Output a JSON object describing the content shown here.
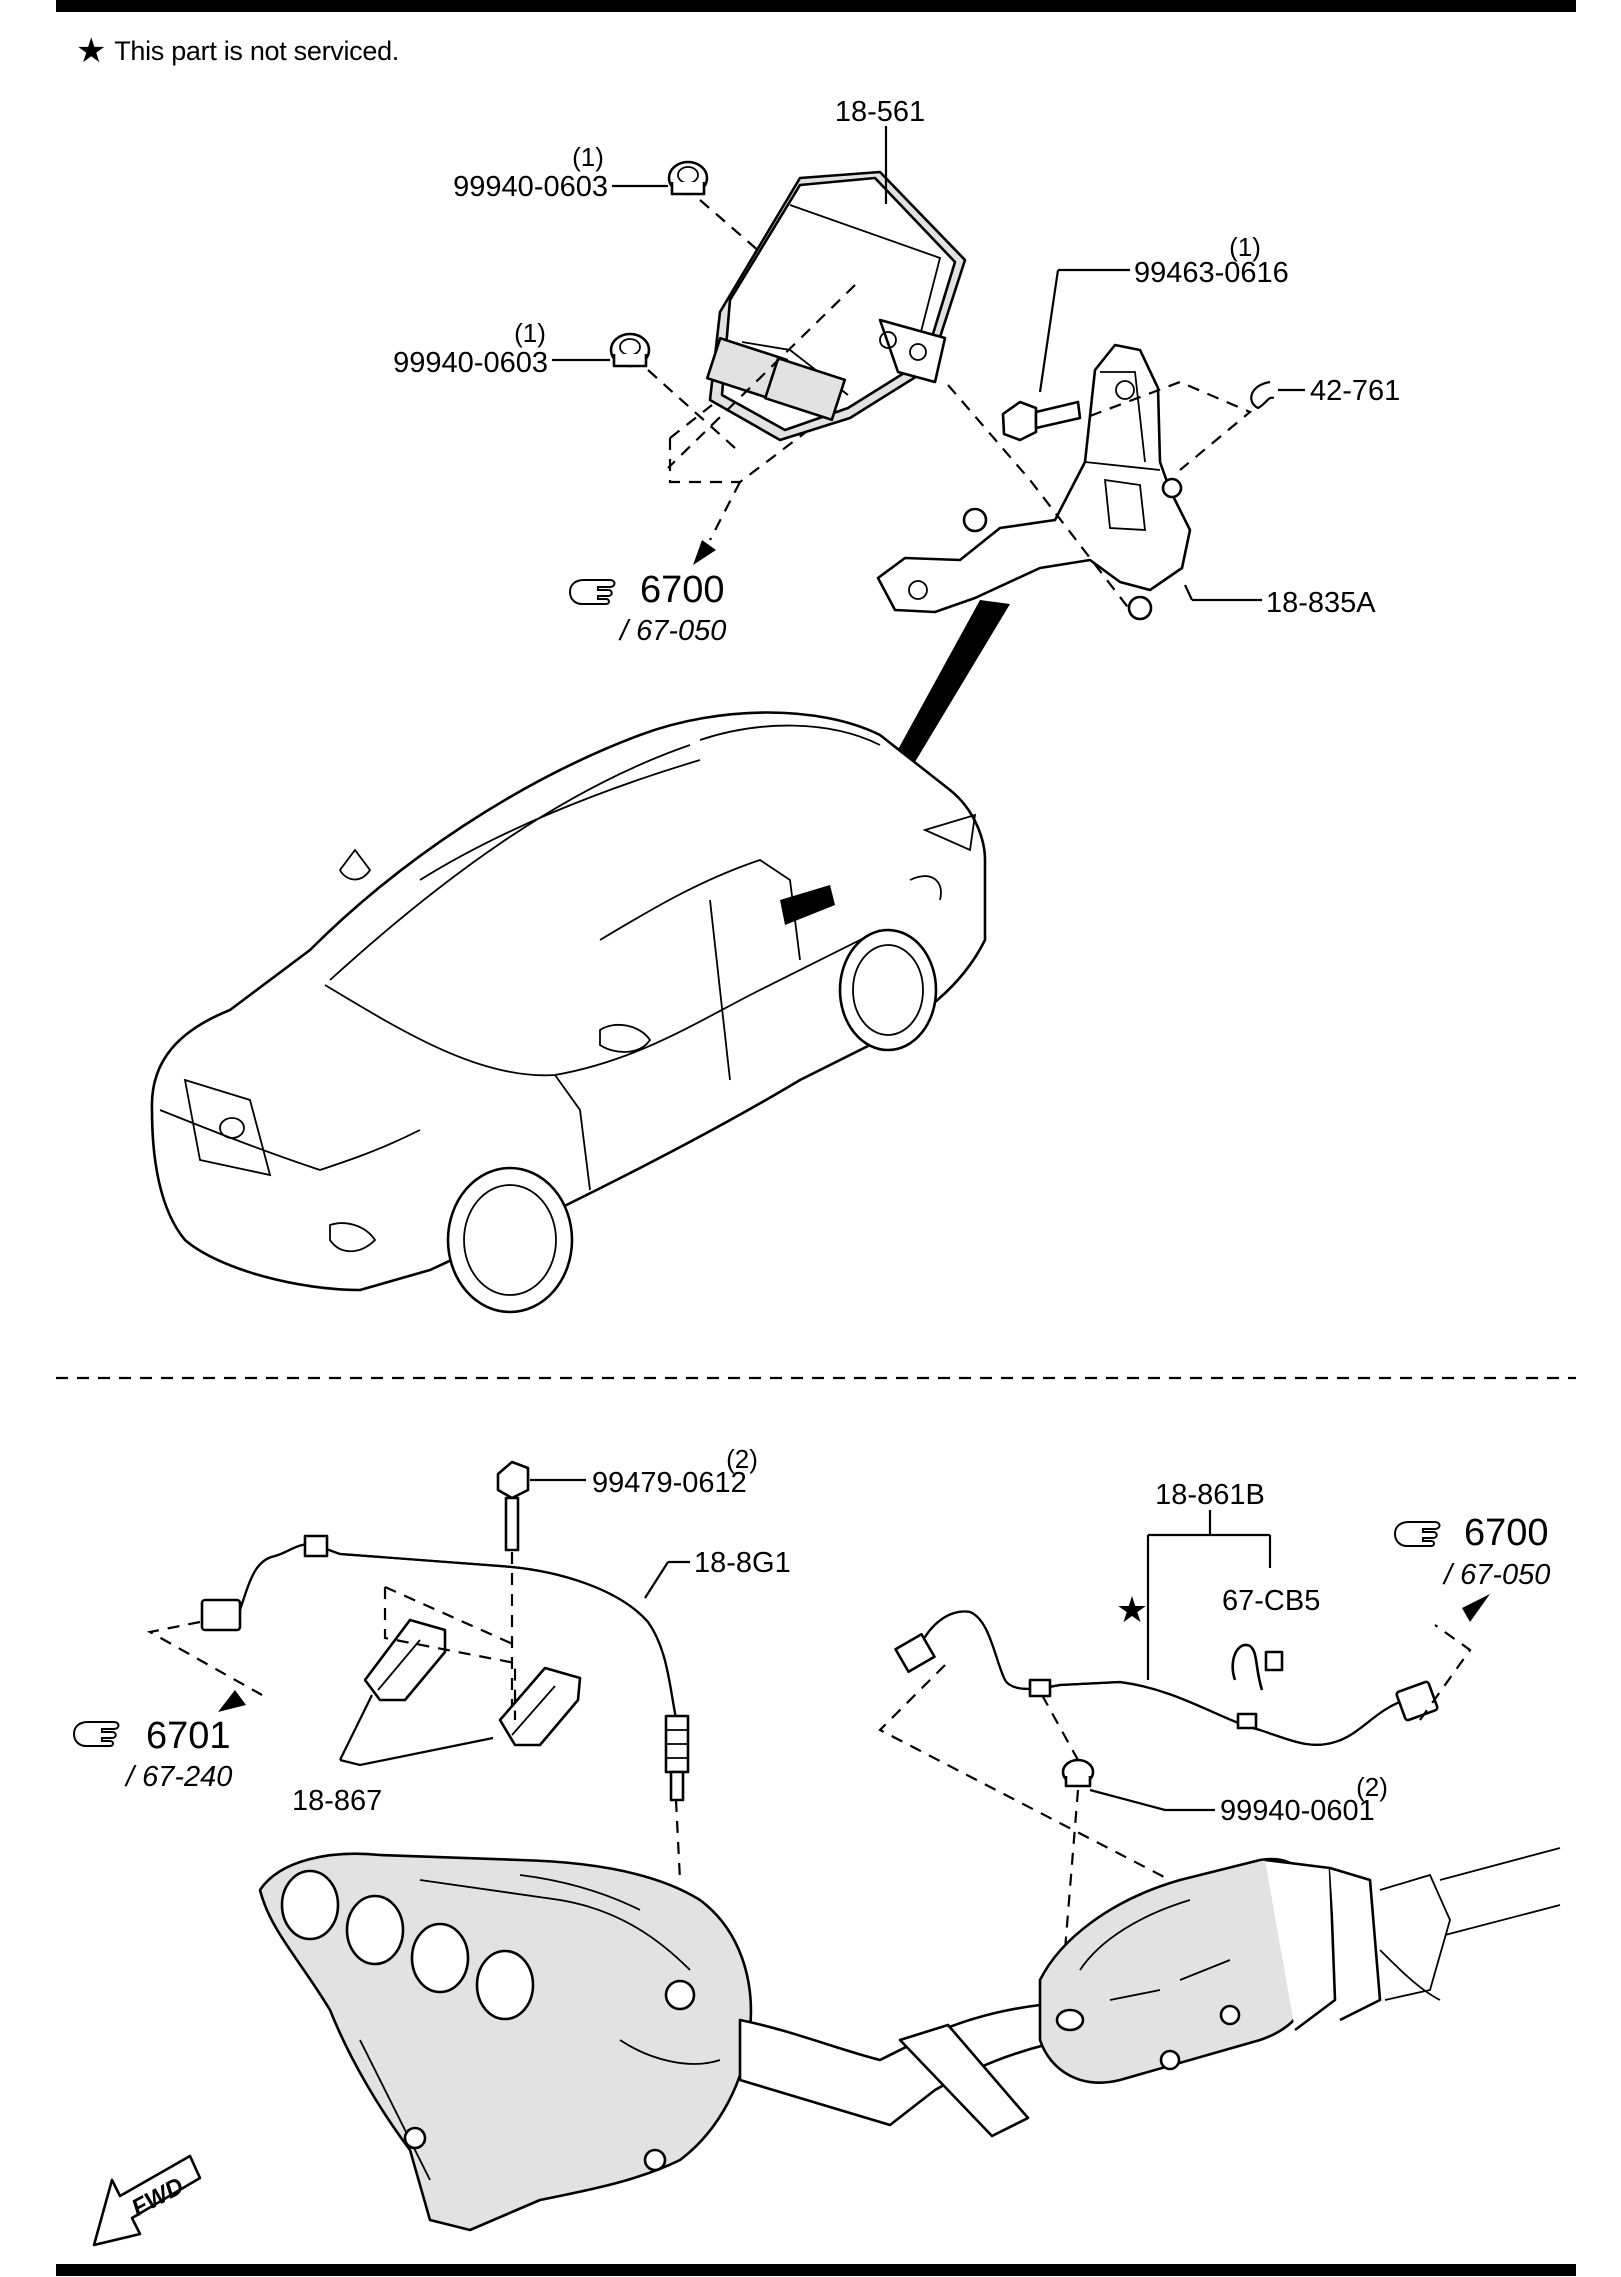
{
  "note": {
    "star": "★",
    "text": "This part is not serviced."
  },
  "labels": {
    "module": "18-561",
    "nut_top": "99940-0603",
    "nut_top_qty": "(1)",
    "nut_mid": "99940-0603",
    "nut_mid_qty": "(1)",
    "bolt_bracket": "99463-0616",
    "bolt_bracket_qty": "(1)",
    "clip": "42-761",
    "bracket": "18-835A",
    "ref_top": "6700",
    "ref_top_sub": "/ 67-050",
    "bolt_sensor": "99479-0612",
    "bolt_sensor_qty": "(2)",
    "sensor_front": "18-8G1",
    "harness": "18-861B",
    "harness_clip": "67-CB5",
    "harness_star": "★",
    "ref_right": "6700",
    "ref_right_sub": "/ 67-050",
    "ref_left": "6701",
    "ref_left_sub": "/ 67-240",
    "sensor_clip": "18-867",
    "nut_harness": "99940-0601",
    "nut_harness_qty": "(2)",
    "fwd": "FWD"
  },
  "icons": {
    "reference": "pointing-hand-icon",
    "forward": "fwd-arrow-icon"
  }
}
